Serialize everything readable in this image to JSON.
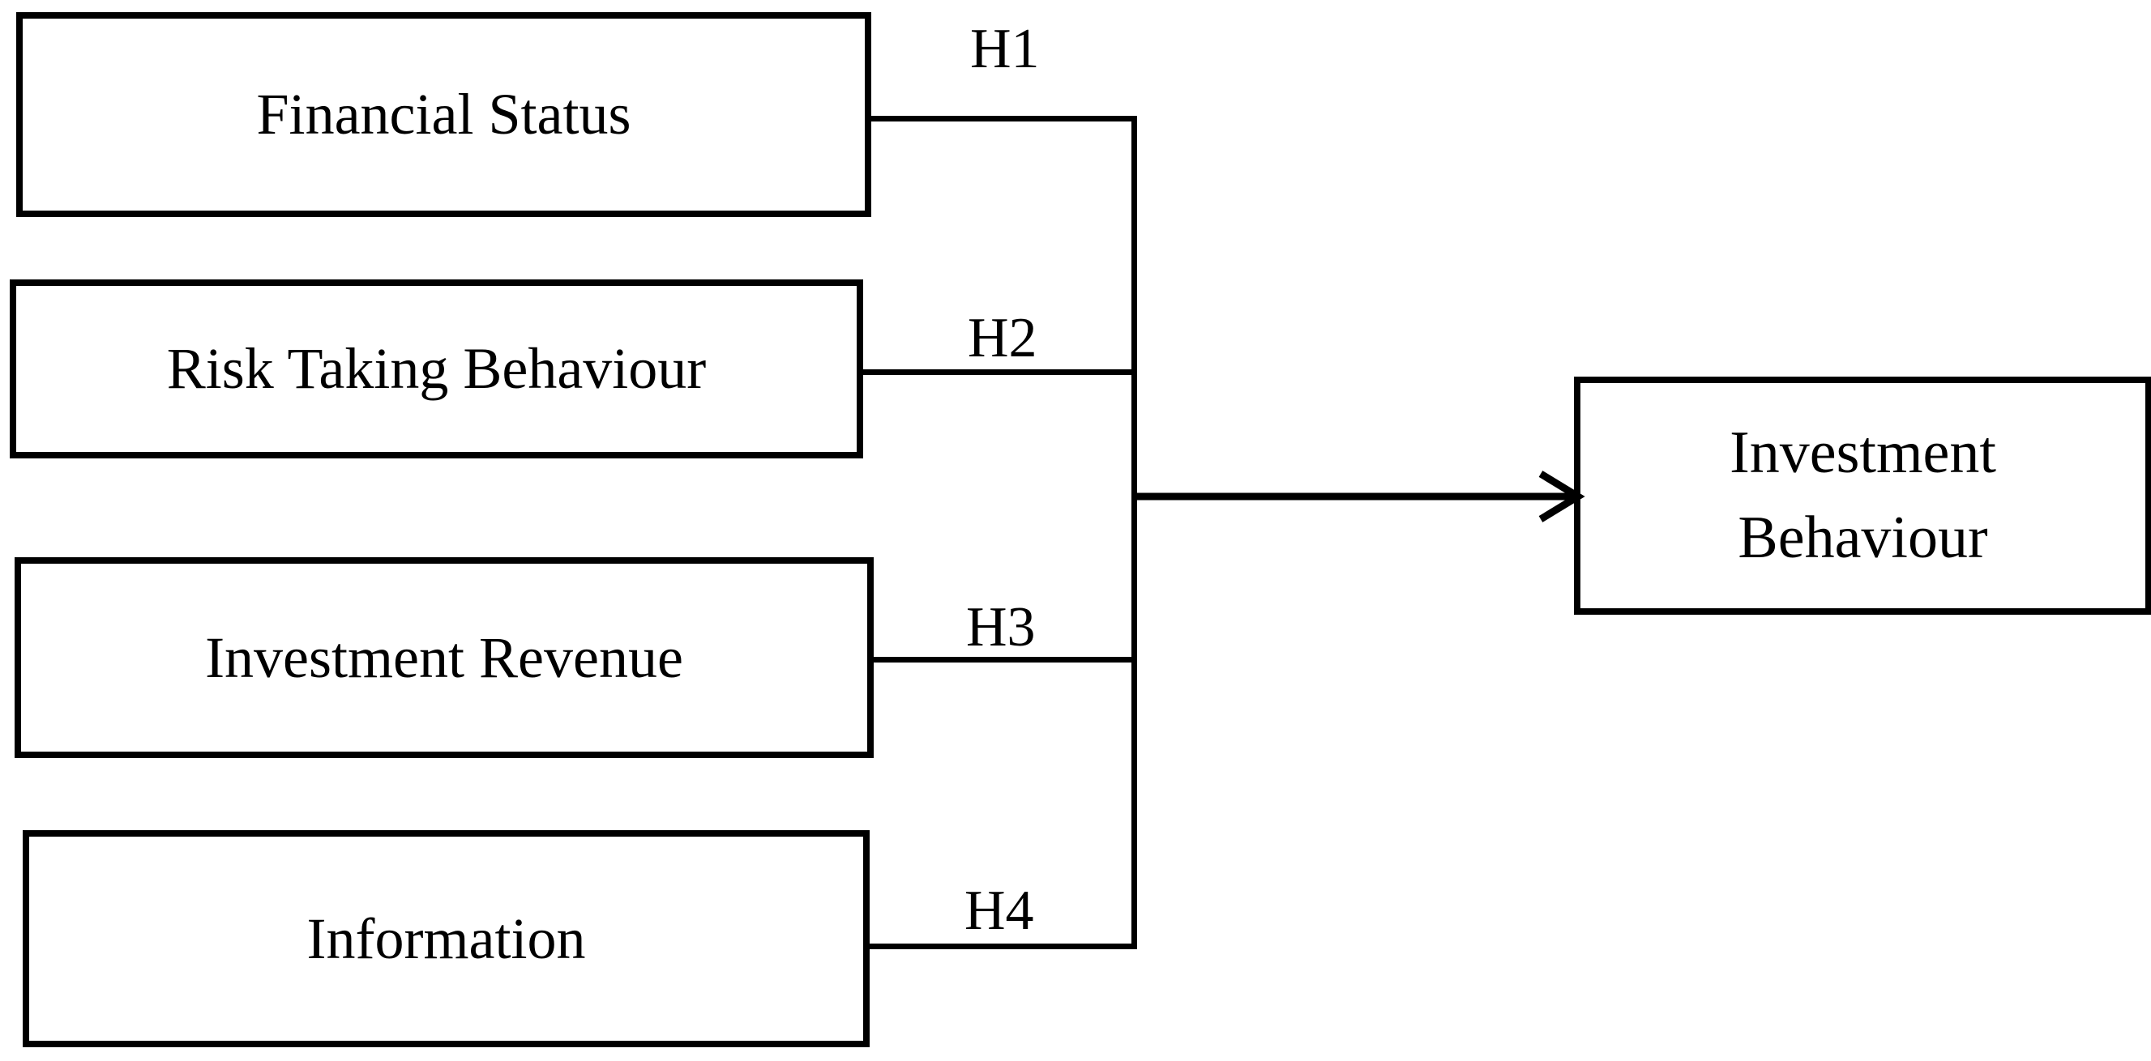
{
  "diagram": {
    "type": "conceptual-research-framework",
    "orientation": "left-to-right",
    "predictors": [
      {
        "id": "financial-status",
        "label": "Financial Status"
      },
      {
        "id": "risk-taking",
        "label": "Risk Taking Behaviour"
      },
      {
        "id": "investment-revenue",
        "label": "Investment Revenue"
      },
      {
        "id": "information",
        "label": "Information"
      }
    ],
    "outcome": {
      "id": "investment-behaviour",
      "line1": "Investment",
      "line2": "Behaviour"
    },
    "hypotheses": [
      {
        "id": "h1",
        "label": "H1",
        "from": "financial-status",
        "to": "investment-behaviour"
      },
      {
        "id": "h2",
        "label": "H2",
        "from": "risk-taking",
        "to": "investment-behaviour"
      },
      {
        "id": "h3",
        "label": "H3",
        "from": "investment-revenue",
        "to": "investment-behaviour"
      },
      {
        "id": "h4",
        "label": "H4",
        "from": "information",
        "to": "investment-behaviour"
      }
    ],
    "colors": {
      "stroke": "#000000",
      "fill": "#ffffff",
      "text": "#000000"
    }
  }
}
